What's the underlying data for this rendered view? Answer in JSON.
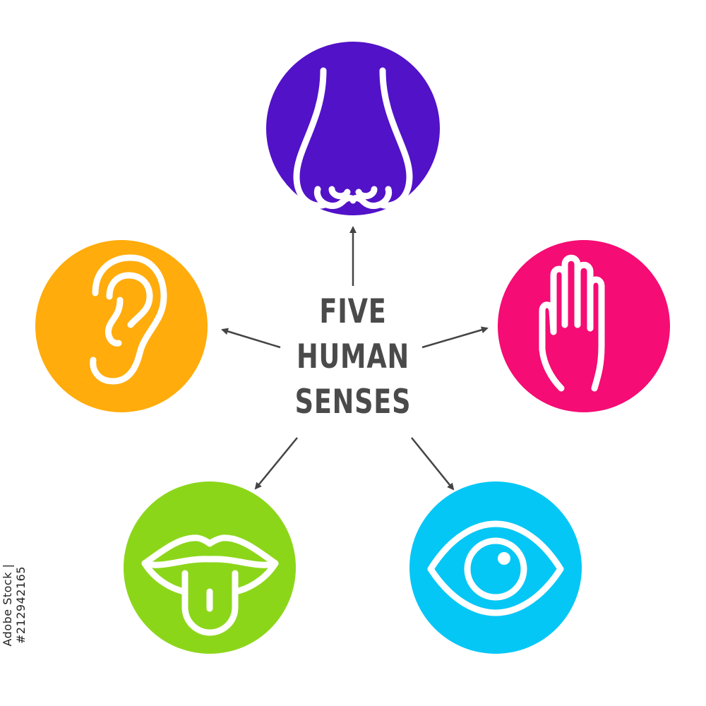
{
  "title": {
    "line1": "FIVE",
    "line2": "HUMAN",
    "line3": "SENSES"
  },
  "stock_id": "Adobe Stock | #212942165",
  "colors": {
    "smell": "#5212c8",
    "hearing": "#ffac0c",
    "touch": "#f50c74",
    "taste": "#8cd61a",
    "sight": "#05c7f5",
    "arrow": "#444444",
    "text": "#4a4a4a"
  },
  "icons": {
    "smell": "nose-icon",
    "hearing": "ear-icon",
    "touch": "hand-icon",
    "taste": "mouth-tongue-icon",
    "sight": "eye-icon"
  }
}
